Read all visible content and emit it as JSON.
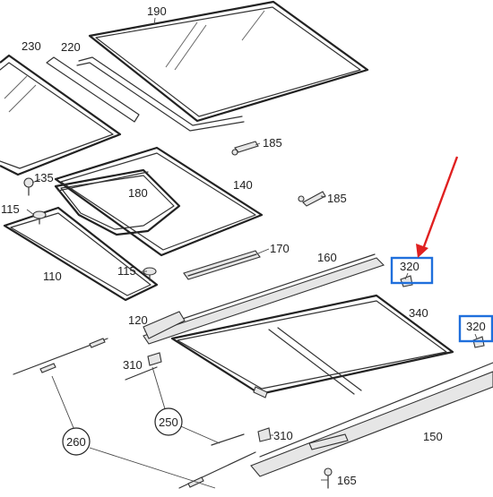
{
  "diagram": {
    "callouts": {
      "p190": "190",
      "p230": "230",
      "p220": "220",
      "p185a": "185",
      "p185b": "185",
      "p135": "135",
      "p180": "180",
      "p140": "140",
      "p115a": "115",
      "p115b": "115",
      "p170": "170",
      "p160": "160",
      "p110": "110",
      "p320a": "320",
      "p320b": "320",
      "p340": "340",
      "p120": "120",
      "p310a": "310",
      "p310b": "310",
      "p250": "250",
      "p260": "260",
      "p150": "150",
      "p165": "165"
    },
    "highlight_color": "#1f6fdc",
    "arrow_color": "#e02020"
  }
}
